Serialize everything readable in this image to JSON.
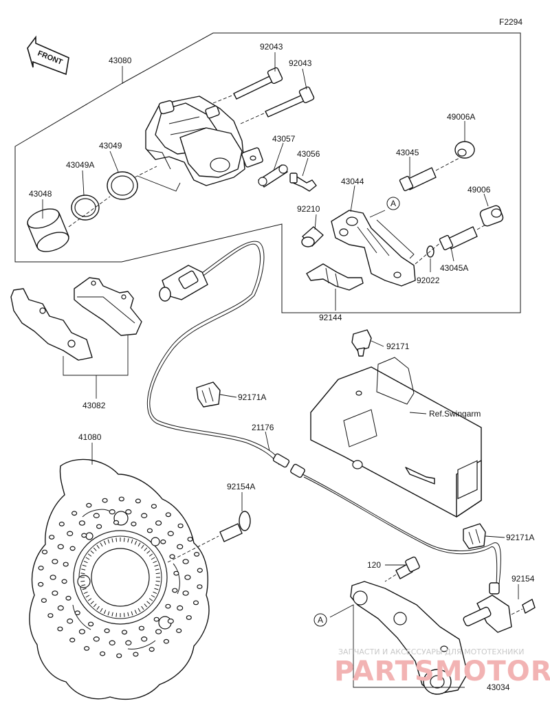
{
  "figure_code": "F2294",
  "front_label": "FRONT",
  "reference_label": "Ref.Swingarm",
  "callout_a": "A",
  "parts": {
    "p43080": "43080",
    "p92043_a": "92043",
    "p92043_b": "92043",
    "p43049": "43049",
    "p43049A": "43049A",
    "p43048": "43048",
    "p43057": "43057",
    "p43056": "43056",
    "p43045": "43045",
    "p49006A": "49006A",
    "p49006": "49006",
    "p43044": "43044",
    "p92210": "92210",
    "p43045A": "43045A",
    "p92022": "92022",
    "p92144": "92144",
    "p43082": "43082",
    "p92171": "92171",
    "p92171A_a": "92171A",
    "p92171A_b": "92171A",
    "p21176": "21176",
    "p41080": "41080",
    "p92154A": "92154A",
    "p120": "120",
    "p92154": "92154",
    "p43034": "43034"
  },
  "watermark": {
    "line1": "ЗАПЧАСТИ И АКСЕССУАРЫ ДЛЯ МОТОТЕХНИКИ",
    "line2": "PARTSMOTOR.RU"
  }
}
